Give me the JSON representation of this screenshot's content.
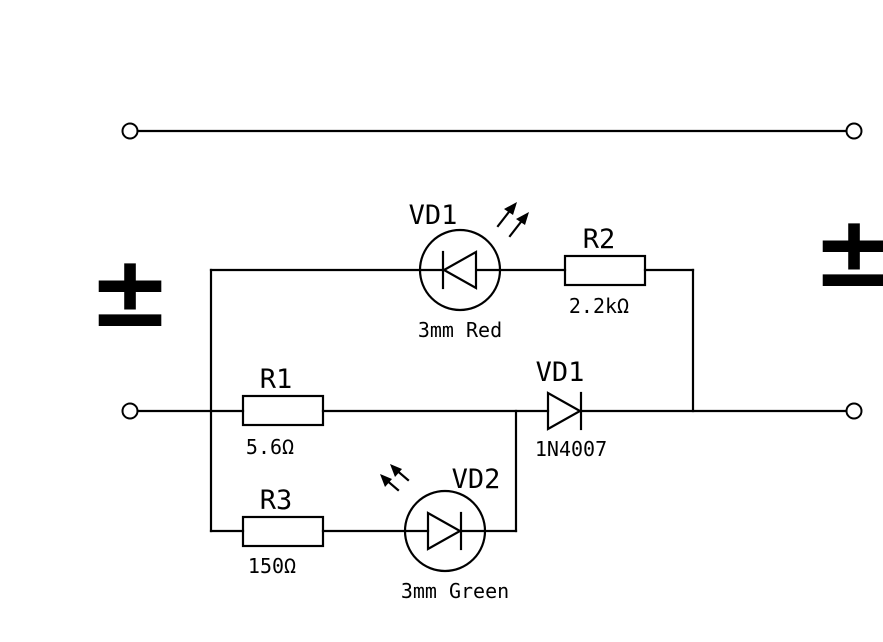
{
  "diagram": {
    "components": {
      "vd1_led": {
        "ref": "VD1",
        "value": "3mm Red"
      },
      "r2": {
        "ref": "R2",
        "value": "2.2kΩ"
      },
      "r1": {
        "ref": "R1",
        "value": "5.6Ω"
      },
      "vd1_diode": {
        "ref": "VD1",
        "value": "1N4007"
      },
      "r3": {
        "ref": "R3",
        "value": "150Ω"
      },
      "vd2_led": {
        "ref": "VD2",
        "value": "3mm Green"
      }
    },
    "polarity": {
      "left": "±",
      "right": "±"
    }
  }
}
